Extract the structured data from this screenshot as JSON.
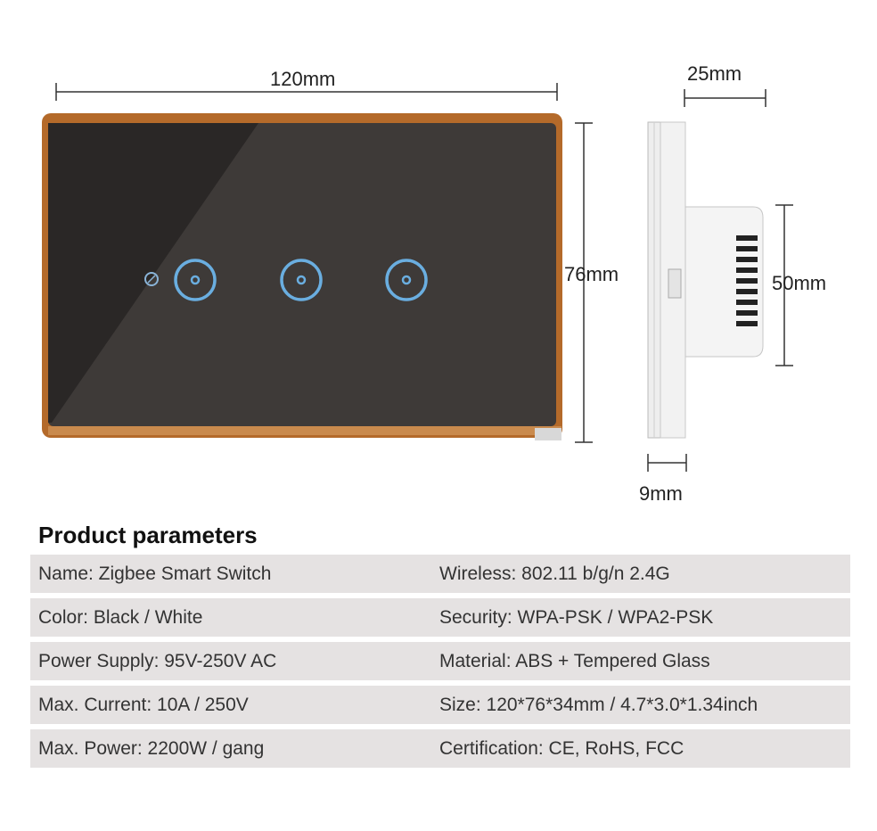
{
  "dimensions": {
    "front_width": "120mm",
    "front_height": "76mm",
    "side_depth": "25mm",
    "side_body_height": "50mm",
    "side_plate_thickness": "9mm"
  },
  "colors": {
    "panel_frame": "#b46a2a",
    "panel_glass": "#3e3a38",
    "touch_ring": "#6aaee0",
    "side_plate": "#eeeeee",
    "row_background": "#e5e2e2"
  },
  "section_title": "Product parameters",
  "params": [
    {
      "left": "Name:  Zigbee Smart Switch",
      "right": "Wireless: 802.11 b/g/n 2.4G"
    },
    {
      "left": "Color: Black / White",
      "right": "Security: WPA-PSK / WPA2-PSK"
    },
    {
      "left": "Power Supply: 95V-250V AC",
      "right": "Material: ABS + Tempered Glass"
    },
    {
      "left": "Max. Current: 10A / 250V",
      "right": "Size: 120*76*34mm / 4.7*3.0*1.34inch"
    },
    {
      "left": "Max. Power: 2200W / gang",
      "right": "Certification: CE, RoHS, FCC"
    }
  ]
}
